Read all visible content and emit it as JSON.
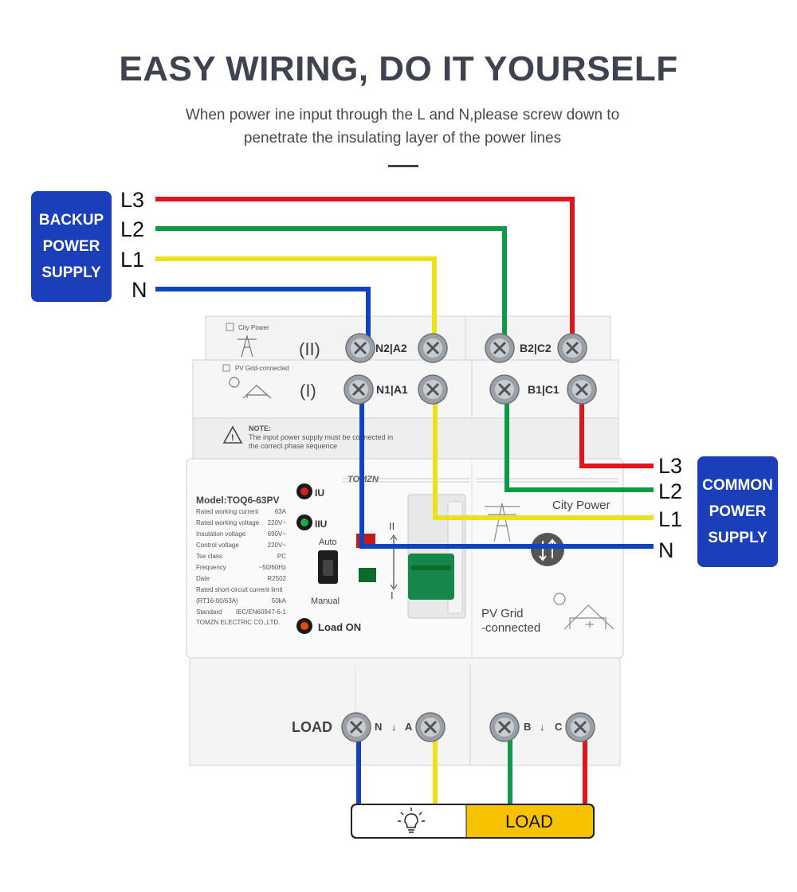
{
  "header": {
    "title": "EASY WIRING, DO IT YOURSELF",
    "subtitle_line1": "When power ine input through the L and N,please screw down to",
    "subtitle_line2": "penetrate the insulating layer of the power lines"
  },
  "backup_box": {
    "line1": "BACKUP",
    "line2": "POWER",
    "line3": "SUPPLY"
  },
  "common_box": {
    "line1": "COMMON",
    "line2": "POWER",
    "line3": "SUPPLY"
  },
  "backup_lines": [
    "L3",
    "L2",
    "L1",
    "N"
  ],
  "common_lines": [
    "L3",
    "L2",
    "L1",
    "N"
  ],
  "colors": {
    "L3": "#e0161c",
    "L2": "#0d9a45",
    "L1": "#ece11c",
    "N": "#1043c4",
    "box": "#1a3fb8",
    "load_fill": "#f7c300"
  },
  "device": {
    "top_module_label": "City Power",
    "top_roman": "(II)",
    "top_terminals": "N2|A2",
    "top_terminals_b": "B2|C2",
    "mid_module_label": "PV Grid-connected",
    "mid_roman": "(I)",
    "mid_terminals": "N1|A1",
    "mid_terminals_b": "B1|C1",
    "note_title": "NOTE:",
    "note_line1": "The input power supply must be connected in",
    "note_line2": "the correct phase sequence",
    "brand": "TOMZN",
    "model": "Model:TOQ6-63PV",
    "specs": [
      {
        "k": "Rated working current",
        "v": "63A"
      },
      {
        "k": "Rated working voltage",
        "v": "220V~"
      },
      {
        "k": "Insulation voltage",
        "v": "690V~"
      },
      {
        "k": "Control voltage",
        "v": "220V~"
      },
      {
        "k": "Tse class",
        "v": "PC"
      },
      {
        "k": "Frequency",
        "v": "~50/60Hz"
      },
      {
        "k": "Date",
        "v": "R2502"
      },
      {
        "k": "Rated short-circuit current limit",
        "v": ""
      },
      {
        "k": "(RT16-00/63A)",
        "v": "50kA"
      },
      {
        "k": "Standard",
        "v": "IEC/EN60947-6-1"
      }
    ],
    "company": "TOMZN ELECTRIC CO.,LTD.",
    "ind_iu": "IU",
    "ind_iiu": "IIU",
    "auto": "Auto",
    "manual": "Manual",
    "load_on": "Load ON",
    "switch_top": "II",
    "switch_bottom": "I",
    "city_power": "City Power",
    "pv_line1": "PV Grid",
    "pv_line2": "-connected",
    "load_label": "LOAD",
    "bottom_n": "N",
    "bottom_a": "A",
    "bottom_b": "B",
    "bottom_c": "C"
  },
  "load_bar": {
    "label": "LOAD",
    "icon": "light-bulb-icon"
  }
}
